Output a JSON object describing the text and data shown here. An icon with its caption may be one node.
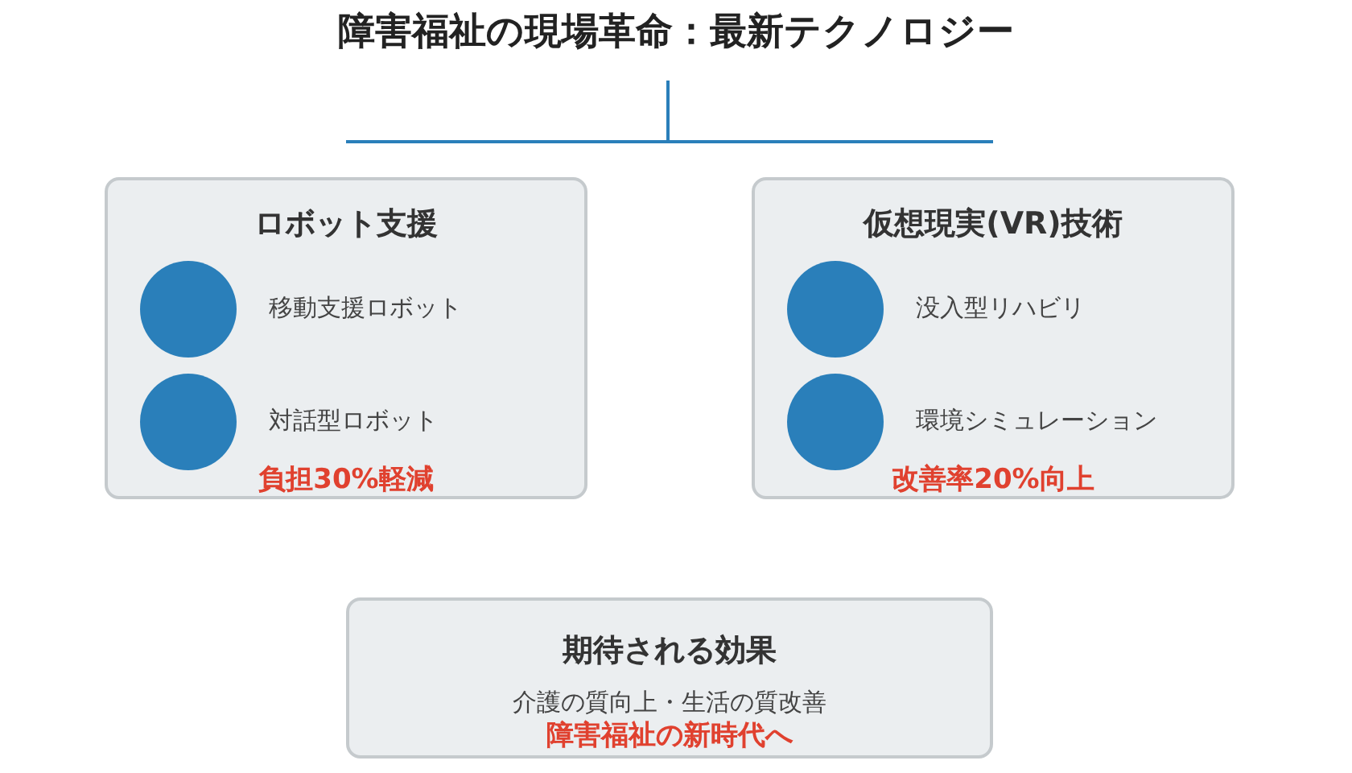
{
  "diagram": {
    "title": "障害福祉の現場革命：最新テクノロジー",
    "nodes": [
      {
        "text": [
          "ロボット支援",
          "負担30%軽減"
        ]
      },
      {
        "text": [],
        "shape": "circle",
        "in": 0,
        "beside": [
          "移動支援ロボット"
        ]
      },
      {
        "text": [],
        "shape": "circle",
        "in": 0,
        "beside": [
          "対話型ロボット"
        ]
      },
      {
        "text": [
          "仮想現実(VR)技術",
          "改善率20%向上"
        ]
      },
      {
        "text": [],
        "shape": "circle",
        "in": 3,
        "beside": [
          "没入型リハビリ"
        ]
      },
      {
        "text": [],
        "shape": "circle",
        "in": 3,
        "beside": [
          "環境シミュレーション"
        ]
      },
      {
        "text": [
          "期待される効果",
          "介護の質向上・生活の質改善",
          "障害福祉の新時代へ"
        ]
      }
    ]
  }
}
